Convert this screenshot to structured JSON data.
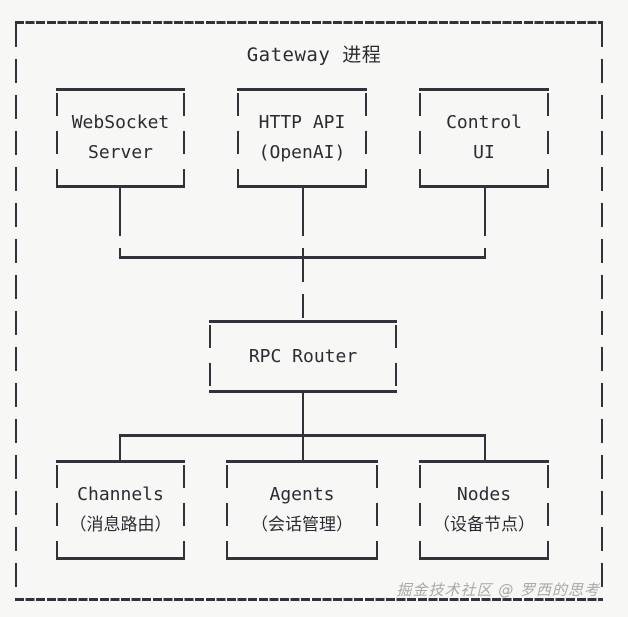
{
  "diagram": {
    "type": "ascii-architecture",
    "title": "Gateway 进程",
    "background_color": "#f7f7f6",
    "line_color": "#32323a",
    "text_color": "#2b2b32",
    "watermark": "掘金技术社区 @ 罗西的思考",
    "watermark_color": "#a9a9a9",
    "rows": [
      {
        "name": "interface-layer",
        "nodes": [
          {
            "id": "websocket-server",
            "lines": [
              "WebSocket",
              "Server"
            ]
          },
          {
            "id": "http-api",
            "lines": [
              "HTTP API",
              "(OpenAI)"
            ]
          },
          {
            "id": "control-ui",
            "lines": [
              "Control",
              "UI"
            ]
          }
        ]
      },
      {
        "name": "router-layer",
        "nodes": [
          {
            "id": "rpc-router",
            "lines": [
              "RPC Router"
            ]
          }
        ]
      },
      {
        "name": "core-layer",
        "nodes": [
          {
            "id": "channels",
            "lines": [
              "Channels",
              "（消息路由）"
            ]
          },
          {
            "id": "agents",
            "lines": [
              "Agents",
              "（会话管理）"
            ]
          },
          {
            "id": "nodes",
            "lines": [
              "Nodes",
              "（设备节点）"
            ]
          }
        ]
      }
    ],
    "connections": [
      {
        "from": "websocket-server",
        "to": "rpc-router"
      },
      {
        "from": "http-api",
        "to": "rpc-router"
      },
      {
        "from": "control-ui",
        "to": "rpc-router"
      },
      {
        "from": "rpc-router",
        "to": "channels"
      },
      {
        "from": "rpc-router",
        "to": "agents"
      },
      {
        "from": "rpc-router",
        "to": "nodes"
      }
    ]
  }
}
